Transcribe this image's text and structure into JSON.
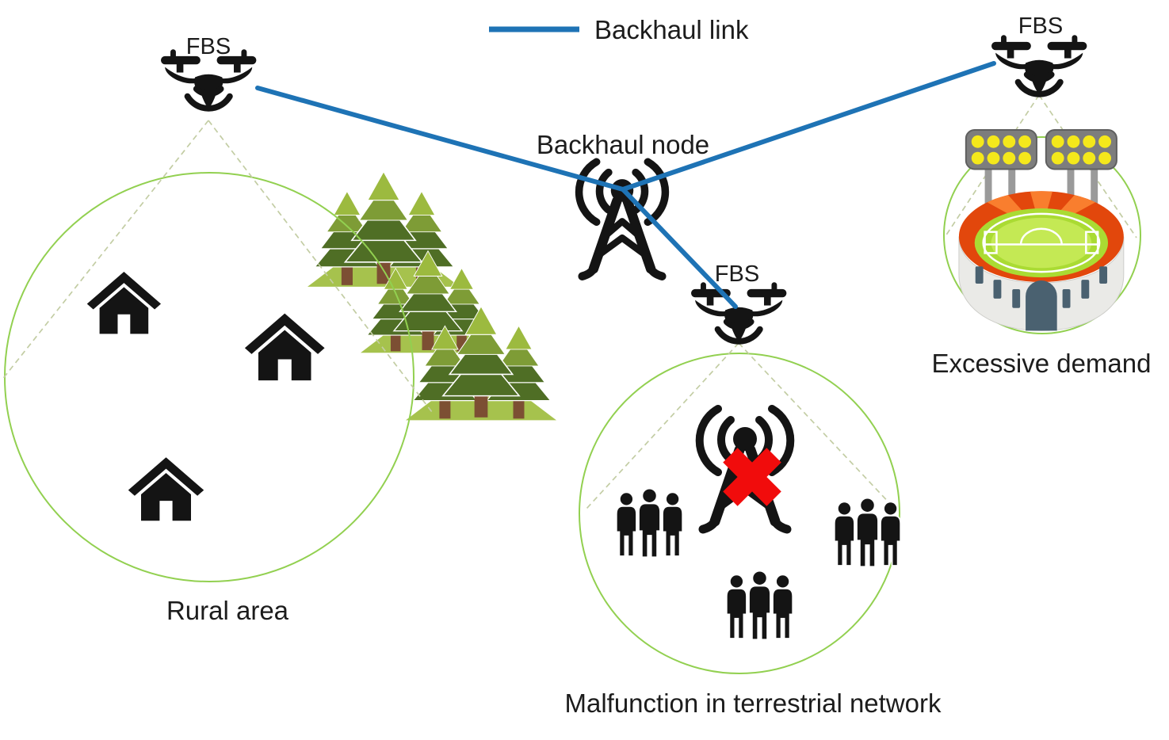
{
  "diagram": {
    "legend": {
      "label": "Backhaul link",
      "line_color": "#1E73B5"
    },
    "backhaul_node": {
      "label": "Backhaul node",
      "icon": "radio-tower-icon"
    },
    "fbs": {
      "rural": {
        "label": "FBS",
        "icon": "drone-icon"
      },
      "malfunction": {
        "label": "FBS",
        "icon": "drone-icon"
      },
      "stadium": {
        "label": "FBS",
        "icon": "drone-icon"
      }
    },
    "backhaul_links": [
      {
        "from": "FBS rural",
        "to": "Backhaul node"
      },
      {
        "from": "Backhaul node",
        "to": "FBS stadium"
      },
      {
        "from": "Backhaul node",
        "to": "FBS malfunction"
      }
    ],
    "areas": {
      "rural": {
        "label": "Rural area",
        "icons": [
          "house-icon",
          "house-icon",
          "house-icon",
          "forest-icon",
          "forest-icon",
          "forest-icon"
        ]
      },
      "malfunction": {
        "label": "Malfunction in terrestrial network",
        "icons": [
          "crossed-radio-tower-icon",
          "people-group-icon",
          "people-group-icon",
          "people-group-icon"
        ]
      },
      "stadium": {
        "label": "Excessive demand",
        "icons": [
          "stadium-icon",
          "floodlight-icon",
          "floodlight-icon"
        ]
      }
    },
    "colors": {
      "backhaul_link_blue": "#1E73B5",
      "coverage_circle_green": "#92D050",
      "coverage_cone_dash": "#C3CDA4",
      "icon_black": "#141414",
      "alert_red": "#F10C0C",
      "tree_dark_green": "#4F6E25",
      "tree_mid_green": "#7E9C36",
      "tree_light_green": "#9CBA3F",
      "tree_trunk_brown": "#7C4F33",
      "stadium_ring_orange": "#E2470C",
      "stadium_field_green": "#AADB33",
      "floodlight_yellow": "#F4E81B",
      "text": "#1C1C1C"
    }
  }
}
